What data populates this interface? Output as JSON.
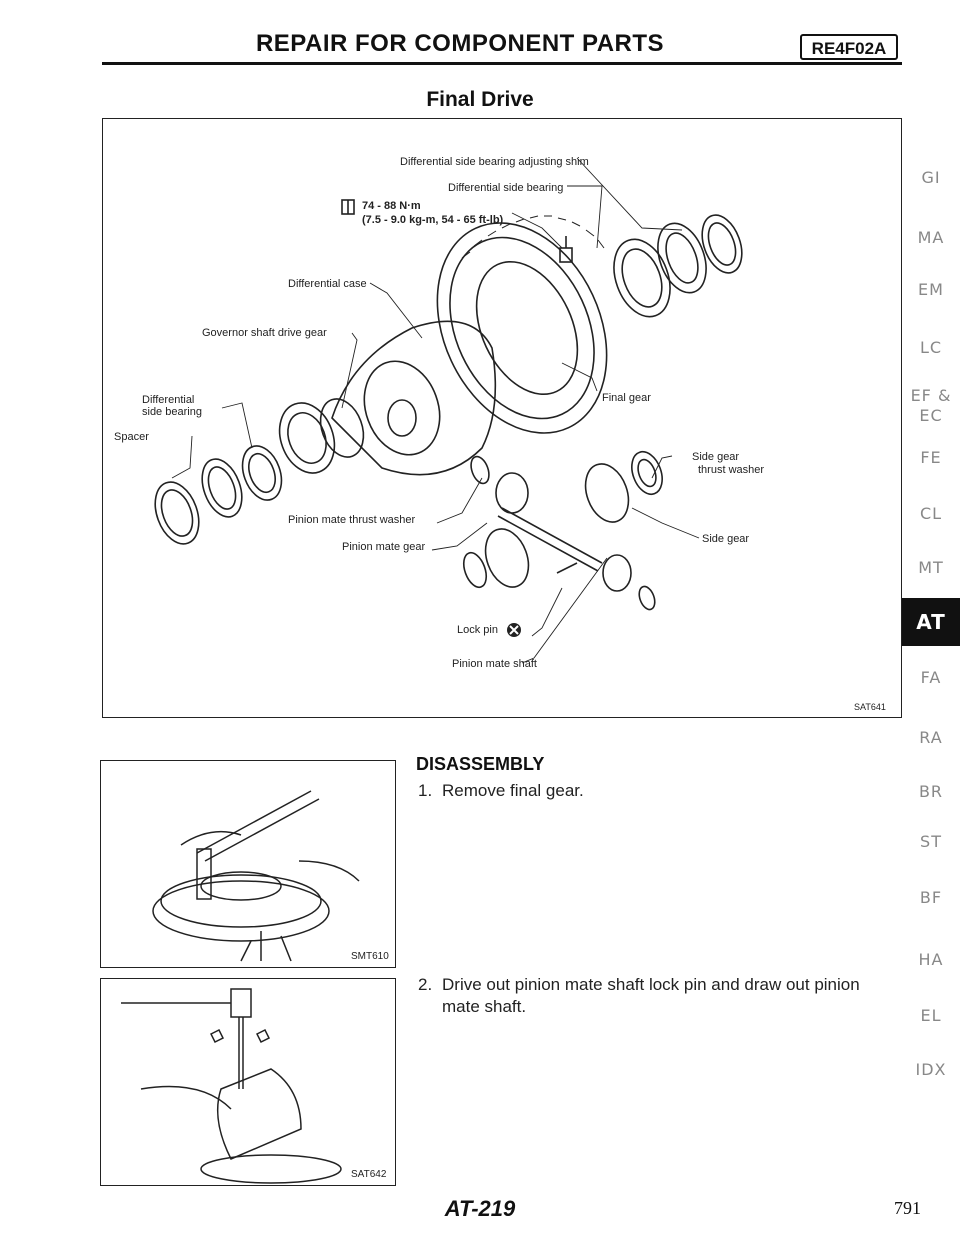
{
  "header": {
    "title": "REPAIR FOR COMPONENT PARTS",
    "badge": "RE4F02A"
  },
  "section_title": "Final Drive",
  "diagram": {
    "labels": {
      "shim": "Differential side bearing adjusting shim",
      "side_bearing_top": "Differential side bearing",
      "torque_line1": "74 - 88 N·m",
      "torque_line2": "(7.5 - 9.0 kg-m, 54 - 65 ft-lb)",
      "diff_case": "Differential case",
      "governor_gear": "Governor shaft drive gear",
      "side_bearing_left_1": "Differential",
      "side_bearing_left_2": "side bearing",
      "spacer": "Spacer",
      "final_gear": "Final gear",
      "side_gear_thrust_1": "Side gear",
      "side_gear_thrust_2": "thrust washer",
      "pinion_thrust": "Pinion mate thrust washer",
      "pinion_gear": "Pinion mate gear",
      "side_gear": "Side gear",
      "lock_pin": "Lock pin",
      "pinion_shaft": "Pinion mate shaft"
    },
    "code": "SAT641"
  },
  "side_tabs": [
    "GI",
    "MA",
    "EM",
    "LC",
    "EF &",
    "EC",
    "FE",
    "CL",
    "MT",
    "AT",
    "FA",
    "RA",
    "BR",
    "ST",
    "BF",
    "HA",
    "EL",
    "IDX"
  ],
  "active_tab": "AT",
  "figures": {
    "fig1_code": "SMT610",
    "fig2_code": "SAT642"
  },
  "disassembly": {
    "heading": "DISASSEMBLY",
    "step1_num": "1.",
    "step1_text": "Remove final gear.",
    "step2_num": "2.",
    "step2_text": "Drive out pinion mate shaft lock pin and draw out pinion mate shaft."
  },
  "footer": {
    "page_code": "AT-219",
    "page_number": "791"
  }
}
